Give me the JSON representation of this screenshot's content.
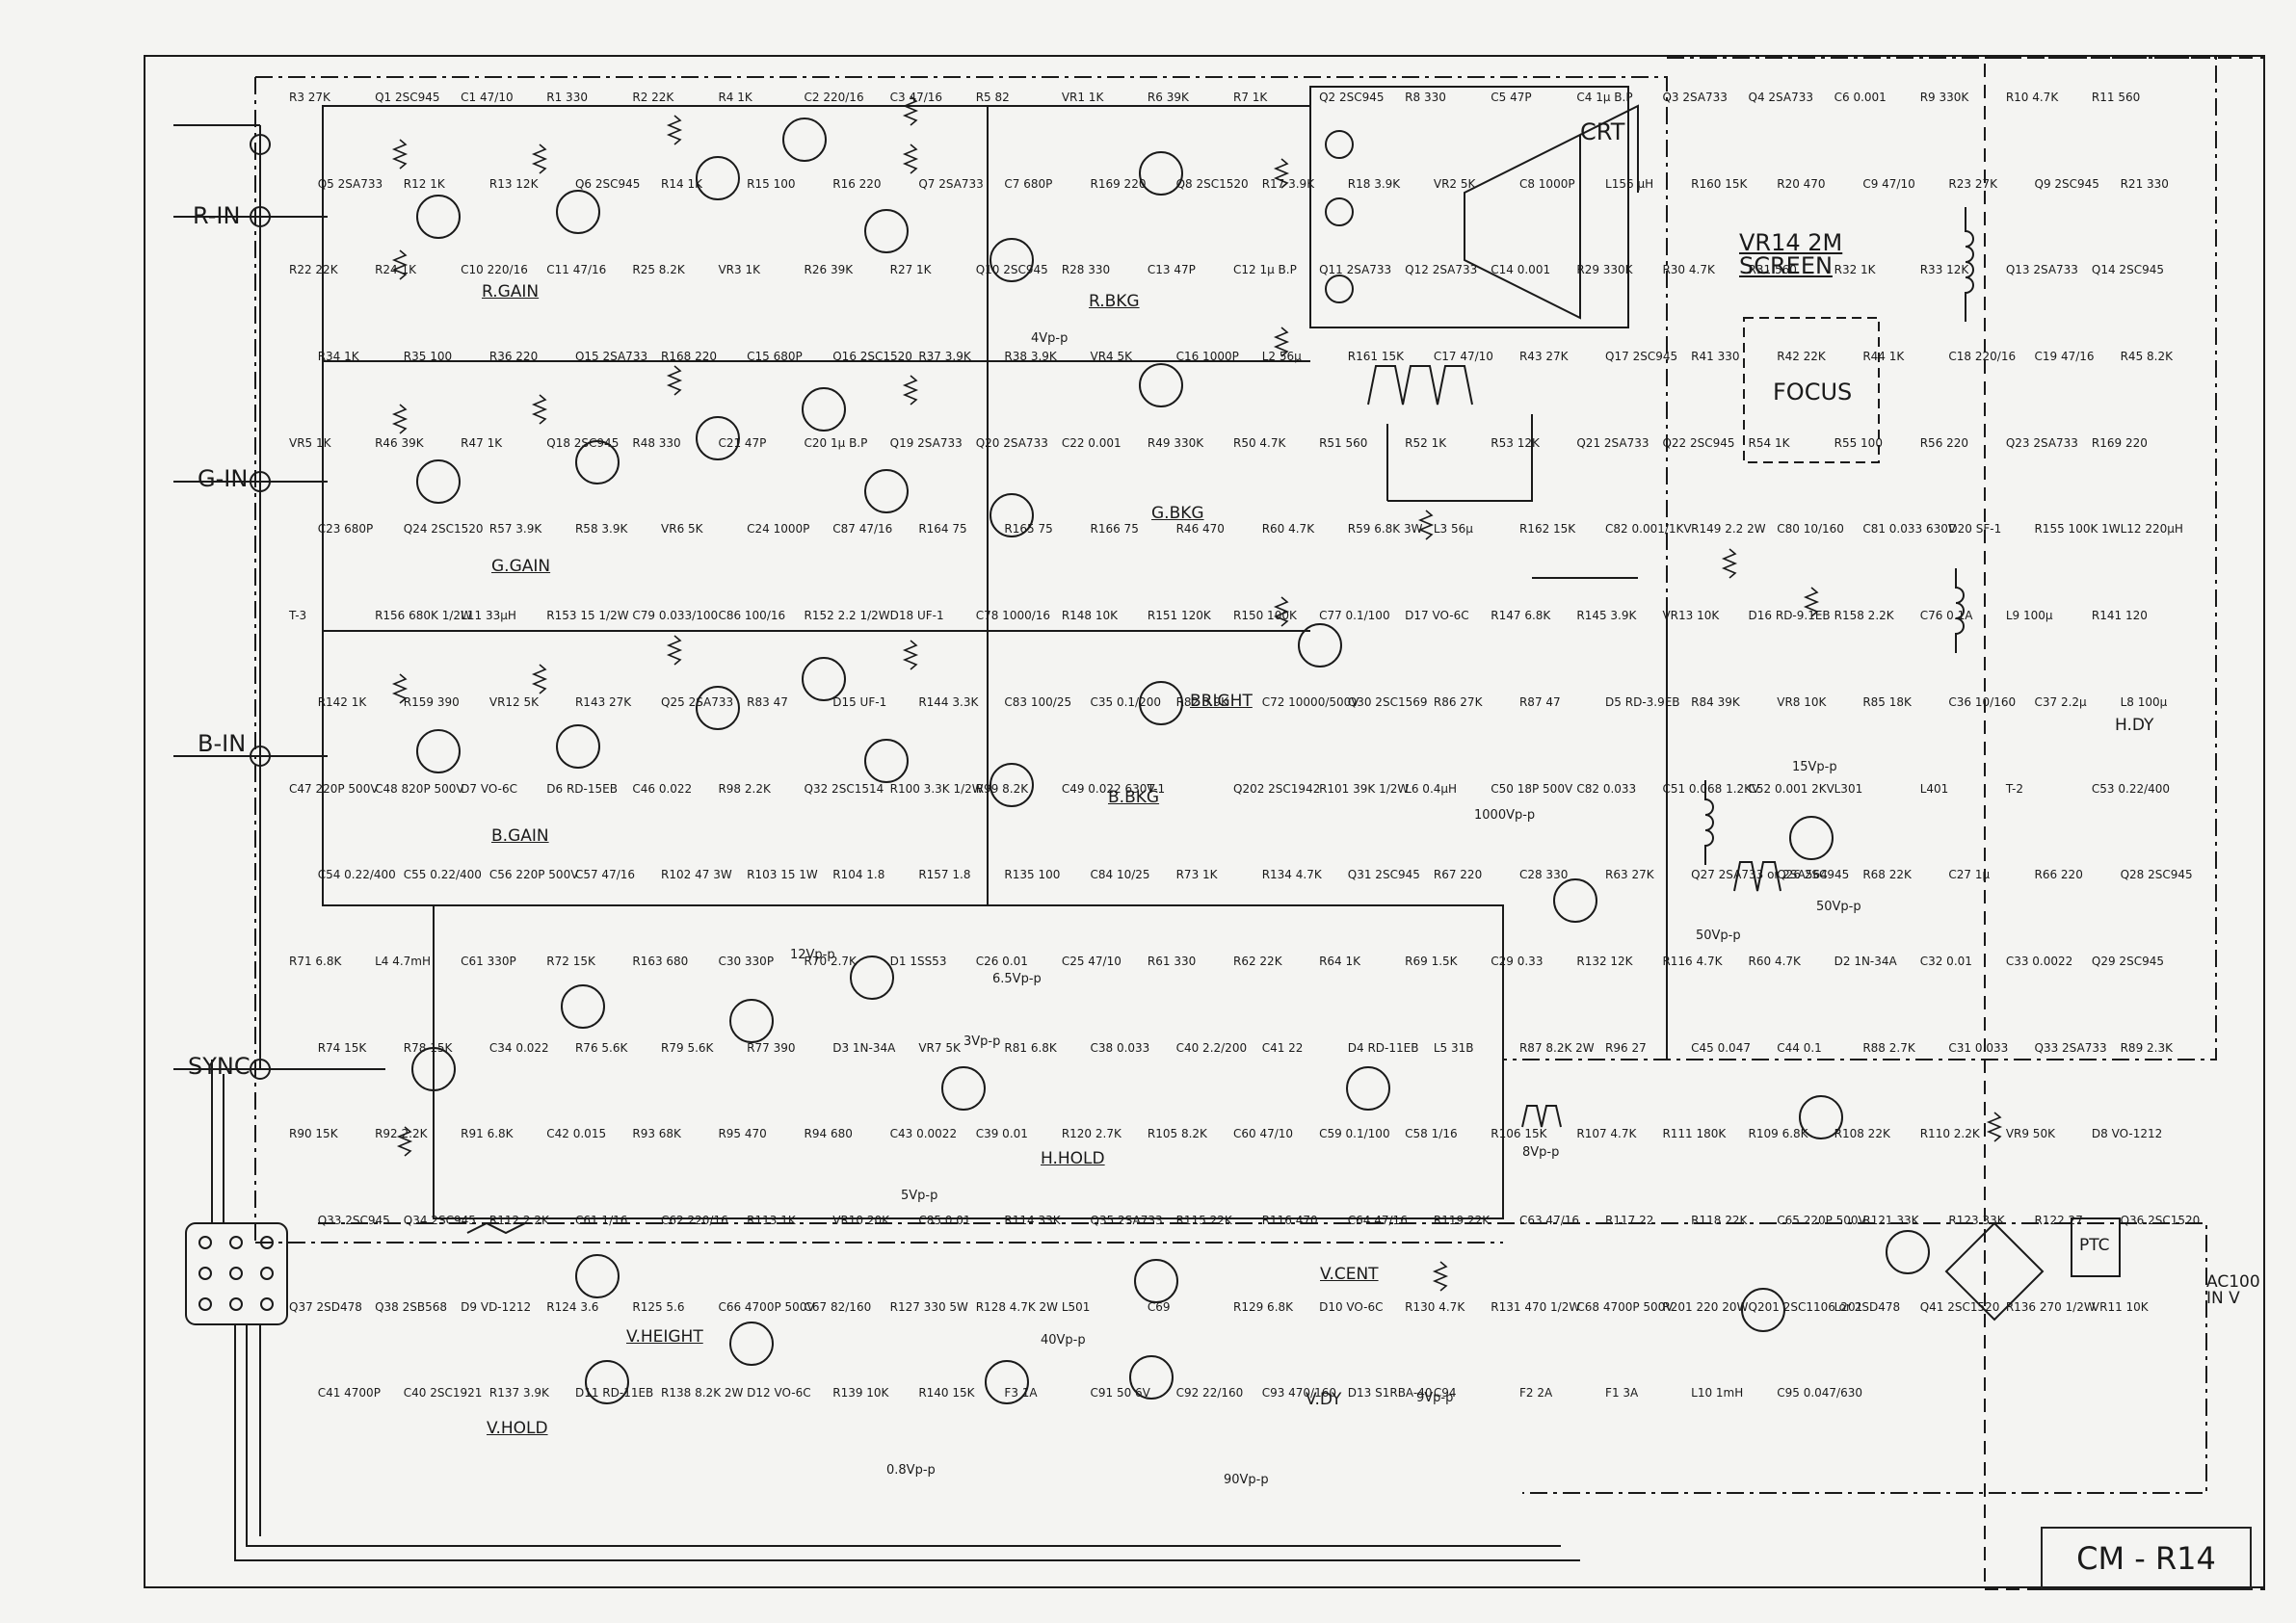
{
  "title_block": "CM - R14",
  "inputs": {
    "r_in": "R-IN",
    "g_in": "G-IN",
    "b_in": "B-IN",
    "sync": "SYNC",
    "ac_in": "AC100 IN V"
  },
  "sections": {
    "crt": "CRT",
    "screen": "VR14 2M SCREEN",
    "focus": "FOCUS",
    "r_gain": "R.GAIN",
    "g_gain": "G.GAIN",
    "b_gain": "B.GAIN",
    "r_bkg": "R.BKG",
    "g_bkg": "G.BKG",
    "b_bkg": "B.BKG",
    "bright": "BRIGHT",
    "h_hold": "H.HOLD",
    "v_height": "V.HEIGHT",
    "v_hold": "V.HOLD",
    "v_cent": "V.CENT",
    "h_dy": "H.DY",
    "v_dy": "V.DY",
    "ptc": "PTC"
  },
  "components": [
    "R3 27K",
    "Q1 2SC945",
    "C1 47/10",
    "R1 330",
    "R2 22K",
    "R4 1K",
    "C2 220/16",
    "C3 47/16",
    "R5 82",
    "VR1 1K",
    "R6 39K",
    "R7 1K",
    "Q2 2SC945",
    "R8 330",
    "C5 47P",
    "C4 1μ B.P",
    "Q3 2SA733",
    "Q4 2SA733",
    "C6 0.001",
    "R9 330K",
    "R10 4.7K",
    "R11 560",
    "Q5 2SA733",
    "R12 1K",
    "R13 12K",
    "Q6 2SC945",
    "R14 1K",
    "R15 100",
    "R16 220",
    "Q7 2SA733",
    "C7 680P",
    "R169 220",
    "Q8 2SC1520",
    "R17 3.9K",
    "R18 3.9K",
    "VR2 5K",
    "C8 1000P",
    "L156 μH",
    "R160 15K",
    "R20 470",
    "C9 47/10",
    "R23 27K",
    "Q9 2SC945",
    "R21 330",
    "R22 22K",
    "R24 1K",
    "C10 220/16",
    "C11 47/16",
    "R25 8.2K",
    "VR3 1K",
    "R26 39K",
    "R27 1K",
    "Q10 2SC945",
    "R28 330",
    "C13 47P",
    "C12 1μ B.P",
    "Q11 2SA733",
    "Q12 2SA733",
    "C14 0.001",
    "R29 330K",
    "R30 4.7K",
    "R31 560",
    "R32 1K",
    "R33 12K",
    "Q13 2SA733",
    "Q14 2SC945",
    "R34 1K",
    "R35 100",
    "R36 220",
    "Q15 2SA733",
    "R168 220",
    "C15 680P",
    "Q16 2SC1520",
    "R37 3.9K",
    "R38 3.9K",
    "VR4 5K",
    "C16 1000P",
    "L2 56μ",
    "R161 15K",
    "C17 47/10",
    "R43 27K",
    "Q17 2SC945",
    "R41 330",
    "R42 22K",
    "R44 1K",
    "C18 220/16",
    "C19 47/16",
    "R45 8.2K",
    "VR5 1K",
    "R46 39K",
    "R47 1K",
    "Q18 2SC945",
    "R48 330",
    "C21 47P",
    "C20 1μ B.P",
    "Q19 2SA733",
    "Q20 2SA733",
    "C22 0.001",
    "R49 330K",
    "R50 4.7K",
    "R51 560",
    "R52 1K",
    "R53 12K",
    "Q21 2SA733",
    "Q22 2SC945",
    "R54 1K",
    "R55 100",
    "R56 220",
    "Q23 2SA733",
    "R169 220",
    "C23 680P",
    "Q24 2SC1520",
    "R57 3.9K",
    "R58 3.9K",
    "VR6 5K",
    "C24 1000P",
    "C87 47/16",
    "R164 75",
    "R165 75",
    "R166 75",
    "R46 470",
    "R60 4.7K",
    "R59 6.8K 3W",
    "L3 56μ",
    "R162 15K",
    "C82 0.001/1KV",
    "R149 2.2 2W",
    "C80 10/160",
    "C81 0.033 630V",
    "D20 SF-1",
    "R155 100K 1W",
    "L12 220μH",
    "T-3",
    "R156 680K 1/2W",
    "L11 33μH",
    "R153 15 1/2W",
    "C79 0.033/100",
    "C86 100/16",
    "R152 2.2 1/2W",
    "D18 UF-1",
    "C78 1000/16",
    "R148 10K",
    "R151 120K",
    "R150 100K",
    "C77 0.1/100",
    "D17 VO-6C",
    "R147 6.8K",
    "R145 3.9K",
    "VR13 10K",
    "D16 RD-9.1EB",
    "R158 2.2K",
    "C76 0.1A",
    "L9 100μ",
    "R141 120",
    "R142 1K",
    "R159 390",
    "VR12 5K",
    "R143 27K",
    "Q25 2SA733",
    "R83 47",
    "D15 UF-1",
    "R144 3.3K",
    "C83 100/25",
    "C35 0.1/200",
    "R82 3.9K",
    "C72 10000/500V",
    "Q30 2SC1569",
    "R86 27K",
    "R87 47",
    "D5 RD-3.9EB",
    "R84 39K",
    "VR8 10K",
    "R85 18K",
    "C36 10/160",
    "C37 2.2μ",
    "L8 100μ",
    "C47 220P 500V",
    "C48 820P 500V",
    "D7 VO-6C",
    "D6 RD-15EB",
    "C46 0.022",
    "R98 2.2K",
    "Q32 2SC1514",
    "R100 3.3K 1/2W",
    "R99 8.2K",
    "C49 0.022 630V",
    "T-1",
    "Q202 2SC1942",
    "R101 39K 1/2W",
    "L6 0.4μH",
    "C50 18P 500V",
    "C82 0.033",
    "C51 0.068 1.2KV",
    "C52 0.001 2KV",
    "L301",
    "L401",
    "T-2",
    "C53 0.22/400",
    "C54 0.22/400",
    "C55 0.22/400",
    "C56 220P 500V",
    "C57 47/16",
    "R102 47 3W",
    "R103 15 1W",
    "R104 1.8",
    "R157 1.8",
    "R135 100",
    "C84 10/25",
    "R73 1K",
    "R134 4.7K",
    "Q31 2SC945",
    "R67 220",
    "C28 330",
    "R63 27K",
    "Q27 2SA733 or 2SA564",
    "Q26 2SC945",
    "R68 22K",
    "C27 1μ",
    "R66 220",
    "Q28 2SC945",
    "R71 6.8K",
    "L4 4.7mH",
    "C61 330P",
    "R72 15K",
    "R163 680",
    "C30 330P",
    "R70 2.7K",
    "D1 1SS53",
    "C26 0.01",
    "C25 47/10",
    "R61 330",
    "R62 22K",
    "R64 1K",
    "R69 1.5K",
    "C29 0.33",
    "R132 12K",
    "R116 4.7K",
    "R60 4.7K",
    "D2 1N-34A",
    "C32 0.01",
    "C33 0.0022",
    "Q29 2SC945",
    "R74 15K",
    "R78 15K",
    "C34 0.022",
    "R76 5.6K",
    "R79 5.6K",
    "R77 390",
    "D3 1N-34A",
    "VR7 5K",
    "R81 6.8K",
    "C38 0.033",
    "C40 2.2/200",
    "C41 22",
    "D4 RD-11EB",
    "L5 31B",
    "R87 8.2K 2W",
    "R96 27",
    "C45 0.047",
    "C44 0.1",
    "R88 2.7K",
    "C31 0.033",
    "Q33 2SA733",
    "R89 2.3K",
    "R90 15K",
    "R92 2.2K",
    "R91 6.8K",
    "C42 0.015",
    "R93 68K",
    "R95 470",
    "R94 680",
    "C43 0.0022",
    "C39 0.01",
    "R120 2.7K",
    "R105 8.2K",
    "C60 47/10",
    "C59 0.1/100",
    "C58 1/16",
    "R106 15K",
    "R107 4.7K",
    "R111 180K",
    "R109 6.8K",
    "R108 22K",
    "R110 2.2K",
    "VR9 50K",
    "D8 VO-1212",
    "Q33 2SC945",
    "Q34 2SC945",
    "R112 2.2K",
    "C61 1/16",
    "C62 220/16",
    "R113 1K",
    "VR10 20K",
    "C85 0.01",
    "R114 33K",
    "Q35 2SA733",
    "R115 22K",
    "R116 470",
    "C64 47/16",
    "R119 22K",
    "C63 47/16",
    "R117 22",
    "R118 22K",
    "C65 220P 500V",
    "R121 33K",
    "R123 33K",
    "R122 27",
    "Q36 2SC1520",
    "Q37 2SD478",
    "Q38 2SB568",
    "D9 VD-1212",
    "R124 3.6",
    "R125 5.6",
    "C66 4700P 500V",
    "C67 82/160",
    "R127 330 5W",
    "R128 4.7K 2W",
    "L501",
    "C69",
    "R129 6.8K",
    "D10 VO-6C",
    "R130 4.7K",
    "R131 470 1/2W",
    "C68 4700P 500V",
    "R201 220 20W",
    "Q201 2SC1106 or 2SD478",
    "L201",
    "Q41 2SC1520",
    "R136 270 1/2W",
    "VR11 10K",
    "C41 4700P",
    "C40 2SC1921",
    "R137 3.9K",
    "D11 RD-11EB",
    "R138 8.2K 2W",
    "D12 VO-6C",
    "R139 10K",
    "R140 15K",
    "F3 1A",
    "C91 50 6V",
    "C92 22/160",
    "C93 470/160",
    "D13 S1RBA-40",
    "C94",
    "F2 2A",
    "F1 3A",
    "L10 1mH",
    "C95 0.047/630"
  ],
  "waveforms": [
    "4Vp-p",
    "50Vp-p",
    "15Vp-p",
    "1000Vp-p",
    "8Vp-p",
    "5Vp-p",
    "12Vp-p",
    "40Vp-p",
    "90Vp-p",
    "9Vp-p",
    "0.8Vp-p",
    "6.5Vp-p",
    "3Vp-p",
    "50Vp-p"
  ],
  "colors": {
    "paper": "#f4f4f2",
    "ink": "#1a1a1a"
  }
}
